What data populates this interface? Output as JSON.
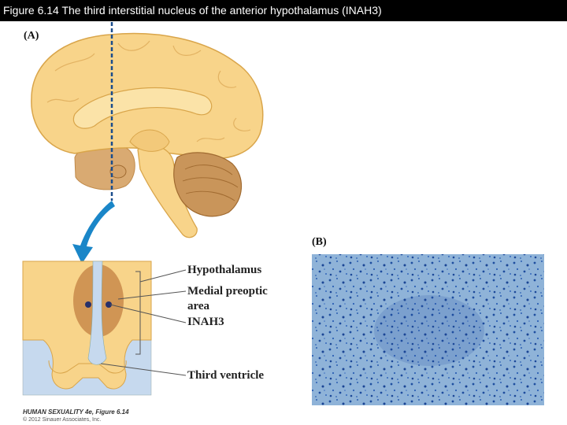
{
  "title": "Figure 6.14 The third interstitial nucleus of the anterior hypothalamus (INAH3)",
  "panels": {
    "a": "(A)",
    "b": "(B)"
  },
  "labels": {
    "hypothalamus": "Hypothalamus",
    "medial_preoptic_line1": "Medial preoptic",
    "medial_preoptic_line2": "area",
    "inah3": "INAH3",
    "third_ventricle": "Third ventricle"
  },
  "credit": {
    "book": "HUMAN SEXUALITY 4e, Figure 6.14",
    "copyright": "© 2012 Sinauer Associates, Inc."
  },
  "colors": {
    "brain": "#f8d48a",
    "brain_outline": "#d9a54a",
    "pituitary": "#d4a36a",
    "cerebellum": "#c9955a",
    "preoptic": "#c98a4a",
    "ventricle": "#c6d9ee",
    "arrow": "#1a86c8",
    "micrograph": "#8fb3d8",
    "dots": "#27306a"
  }
}
